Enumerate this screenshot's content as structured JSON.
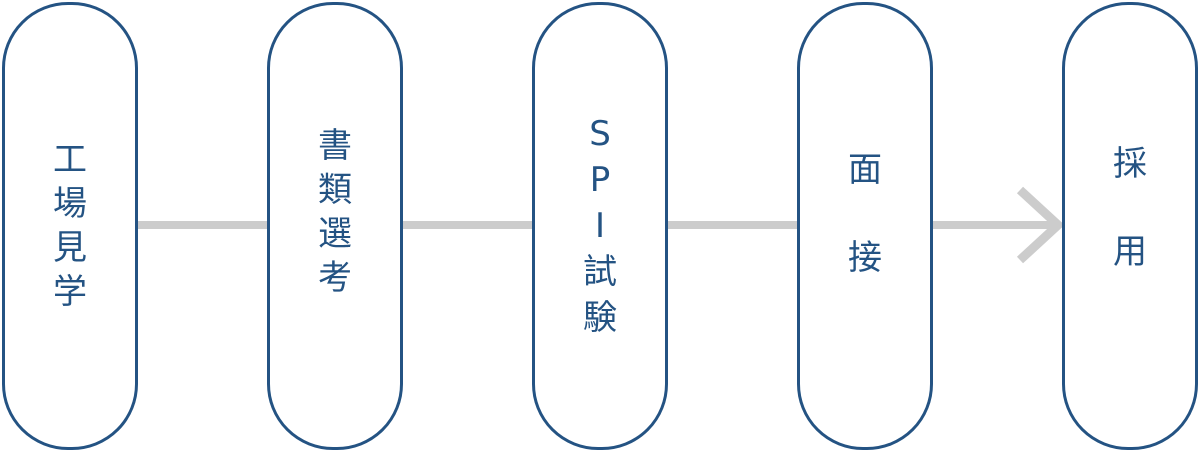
{
  "diagram": {
    "type": "process-flow",
    "colors": {
      "border": "#245383",
      "text": "#245383",
      "connector": "#cccccc"
    },
    "steps": [
      {
        "label": "工場見学",
        "lines": [
          "工",
          "場",
          "見",
          "学"
        ]
      },
      {
        "label": "書類選考",
        "lines": [
          "書",
          "類",
          "選",
          "考"
        ]
      },
      {
        "label": "SPI試験",
        "lines": [
          "S",
          "P",
          "I",
          "試",
          "験"
        ]
      },
      {
        "label": "面接",
        "lines": [
          "面",
          "",
          "接"
        ]
      },
      {
        "label": "採用",
        "lines": [
          "採",
          "",
          "用"
        ]
      }
    ],
    "final_connector": "arrow"
  }
}
